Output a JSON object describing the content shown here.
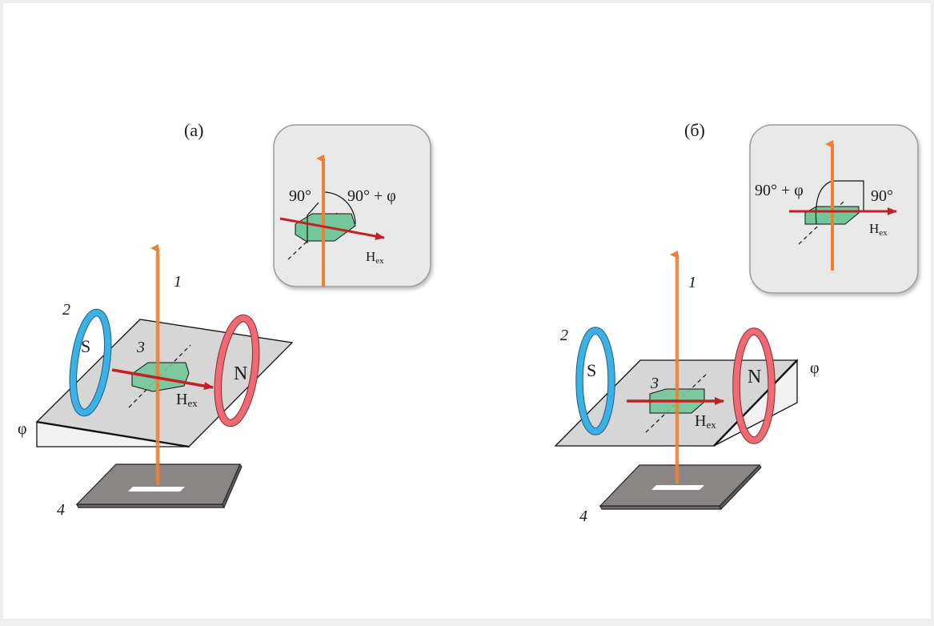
{
  "figure": {
    "colors": {
      "beam": "#ef8033",
      "field_arrow": "#c32026",
      "coil_south": "#3cb1e6",
      "coil_north": "#ef6b73",
      "sample": "#74c79a",
      "platform": "#d6d6d6",
      "detector": "#8a8686",
      "inset_bg": "#e9e9e9"
    },
    "panels": [
      {
        "id": "a",
        "title": "(а)",
        "labels": {
          "beam_number": "1",
          "coil_number": "2",
          "sample_number": "3",
          "detector_number": "4",
          "coil_south_pole": "S",
          "coil_north_pole": "N",
          "tilt_angle": "φ",
          "field_symbol": "H",
          "field_subscript": "ex"
        },
        "inset": {
          "angle_left": "90°",
          "angle_right": "90° + φ",
          "field_symbol": "H",
          "field_subscript": "ex"
        }
      },
      {
        "id": "b",
        "title": "(б)",
        "labels": {
          "beam_number": "1",
          "coil_number": "2",
          "sample_number": "3",
          "detector_number": "4",
          "coil_south_pole": "S",
          "coil_north_pole": "N",
          "tilt_angle": "φ",
          "field_symbol": "H",
          "field_subscript": "ex"
        },
        "inset": {
          "angle_left": "90° + φ",
          "angle_right": "90°",
          "field_symbol": "H",
          "field_subscript": "ex"
        }
      }
    ]
  }
}
